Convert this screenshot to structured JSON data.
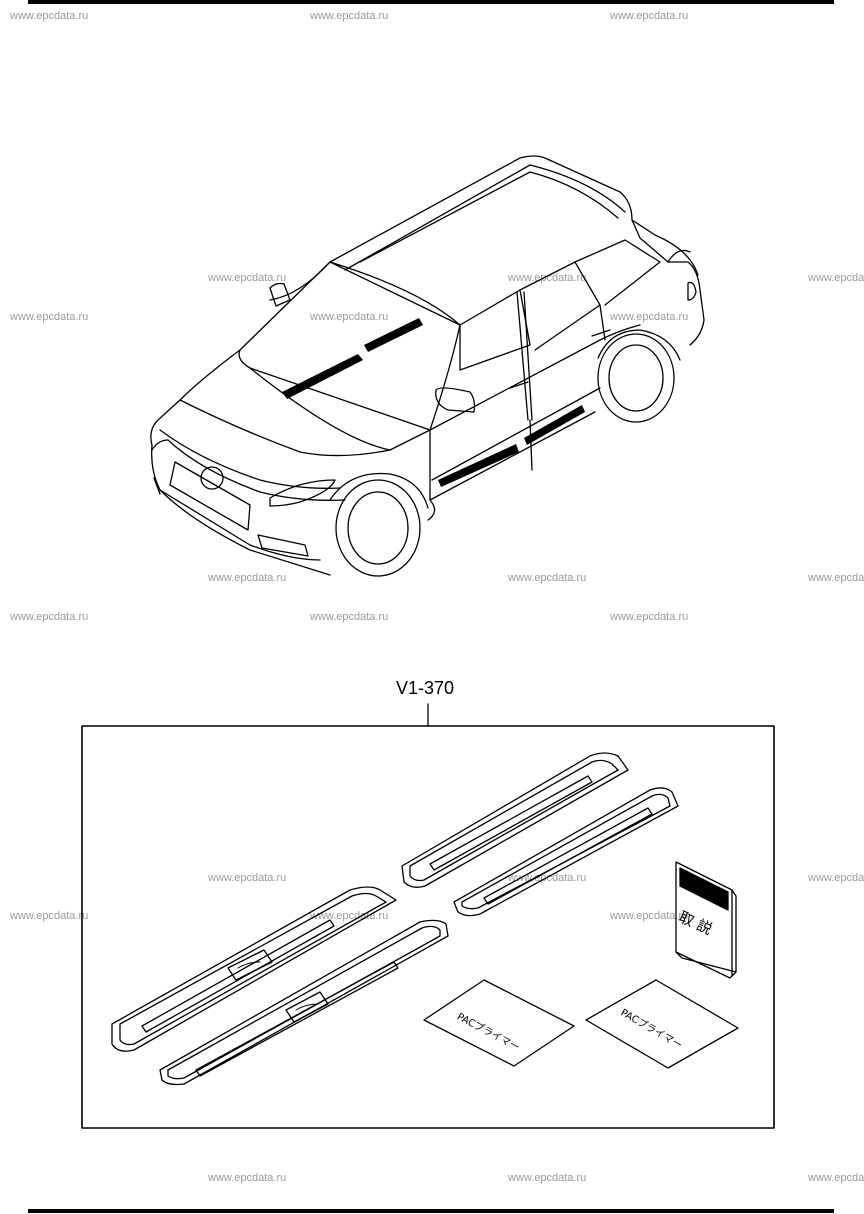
{
  "watermark": "www.epcdata.ru",
  "callout": {
    "code": "V1-370"
  },
  "kit_items": {
    "primer_label_1": "PACプライマー",
    "primer_label_2": "PACプライマー",
    "manual_title": "取 説"
  }
}
